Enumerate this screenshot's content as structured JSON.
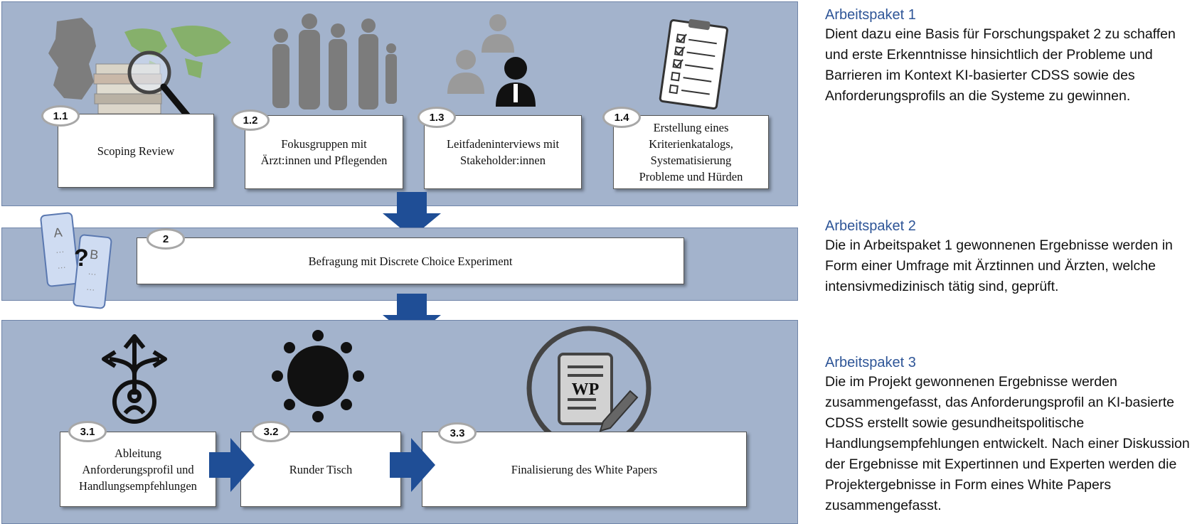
{
  "work_packages": [
    {
      "title": "Arbeitspaket 1",
      "description": "Dient dazu eine Basis für Forschungspaket 2 zu schaffen und erste Erkenntnisse hinsichtlich der Probleme und Barrieren im Kontext KI-basierter CDSS sowie des Anforderungsprofils an die Systeme zu gewinnen."
    },
    {
      "title": "Arbeitspaket 2",
      "description": "Die in Arbeitspaket 1 gewonnenen Ergebnisse werden in Form einer Umfrage mit Ärztinnen und Ärzten, welche intensivmedizinisch tätig sind, geprüft."
    },
    {
      "title": "Arbeitspaket 3",
      "description": "Die im Projekt gewonnenen Ergebnisse werden zusammengefasst, das Anforderungsprofil an KI-basierte CDSS erstellt sowie gesundheitspolitische Handlungsempfehlungen entwickelt. Nach einer Diskussion der Ergebnisse mit Expertinnen und Experten werden die Projektergebnisse in Form eines White Papers zusammengefasst."
    }
  ],
  "steps": {
    "s1_1": {
      "number": "1.1",
      "label": "Scoping Review",
      "icon": "literature-search-icon"
    },
    "s1_2": {
      "number": "1.2",
      "label": "Fokusgruppen mit\nÄrzt:innen und Pflegenden",
      "icon": "people-group-icon"
    },
    "s1_3": {
      "number": "1.3",
      "label": "Leitfadeninterviews mit\nStakeholder:innen",
      "icon": "stakeholders-icon"
    },
    "s1_4": {
      "number": "1.4",
      "label": "Erstellung eines\nKriterienkatalogs,\nSystematisierung\nProbleme und Hürden",
      "icon": "checklist-icon"
    },
    "s2": {
      "number": "2",
      "label": "Befragung mit Discrete Choice Experiment",
      "icon": "choice-cards-icon"
    },
    "s3_1": {
      "number": "3.1",
      "label": "Ableitung\nAnforderungsprofil und\nHandlungsempfehlungen",
      "icon": "decision-directions-icon"
    },
    "s3_2": {
      "number": "3.2",
      "label": "Runder Tisch",
      "icon": "round-table-icon"
    },
    "s3_3": {
      "number": "3.3",
      "label": "Finalisierung des White Papers",
      "icon": "white-paper-icon"
    }
  },
  "icon_text": {
    "card_a": "A",
    "card_b": "B",
    "question_mark": "?",
    "wp": "WP"
  },
  "colors": {
    "panel": "#a3b3cc",
    "arrow": "#1f4e96",
    "title": "#2e5597"
  }
}
